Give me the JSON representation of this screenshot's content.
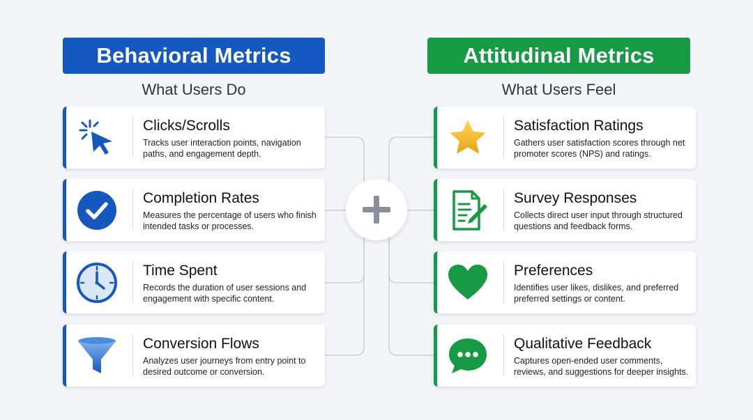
{
  "behavioral": {
    "header": "Behavioral Metrics",
    "subtitle": "What Users Do",
    "color": "#1458c0",
    "items": [
      {
        "title": "Clicks/Scrolls",
        "desc": "Tracks user interaction points, navigation paths, and engagement depth.",
        "icon": "cursor-click-icon"
      },
      {
        "title": "Completion Rates",
        "desc": "Measures the percentage of users who finish intended tasks or processes.",
        "icon": "checkmark-circle-icon"
      },
      {
        "title": "Time Spent",
        "desc": "Records the duration of user sessions and engagement with specific content.",
        "icon": "clock-icon"
      },
      {
        "title": "Conversion Flows",
        "desc": "Analyzes user journeys from entry point to desired outcome or conversion.",
        "icon": "funnel-icon"
      }
    ]
  },
  "attitudinal": {
    "header": "Attitudinal Metrics",
    "subtitle": "What Users Feel",
    "color": "#169a44",
    "items": [
      {
        "title": "Satisfaction Ratings",
        "desc": "Gathers user satisfaction scores through net promoter scores (NPS) and ratings.",
        "icon": "star-icon"
      },
      {
        "title": "Survey Responses",
        "desc": "Collects direct user input through structured questions and feedback forms.",
        "icon": "survey-document-icon"
      },
      {
        "title": "Preferences",
        "desc": "Identifies user likes, dislikes, and preferred preferred settings or content.",
        "icon": "heart-icon"
      },
      {
        "title": "Qualitative Feedback",
        "desc": "Captures open-ended user comments, reviews, and suggestions for deeper insights.",
        "icon": "chat-bubble-icon"
      }
    ]
  },
  "center_icon": "plus-icon"
}
